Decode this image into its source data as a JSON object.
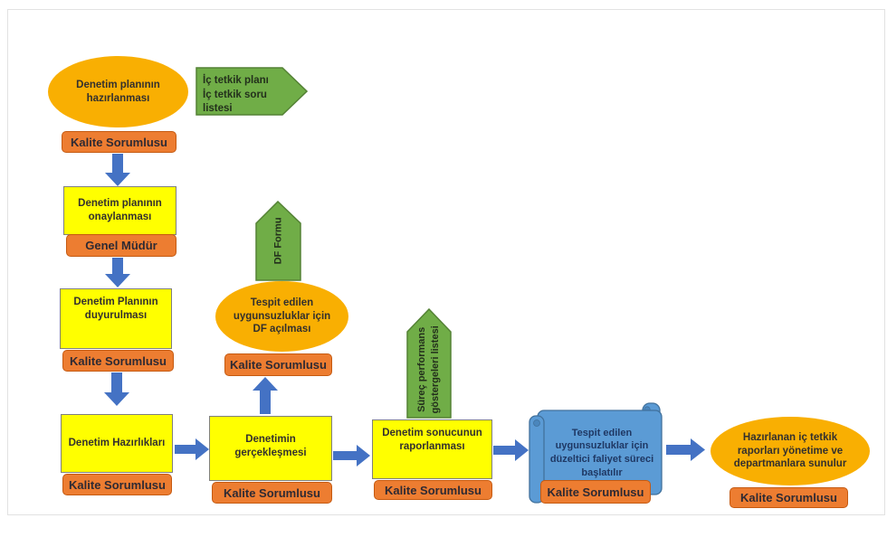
{
  "flow": {
    "steps": [
      {
        "shape": "ellipse",
        "lines": [
          "Denetim planının",
          "hazırlanması"
        ],
        "owner": "Kalite Sorumlusu"
      },
      {
        "shape": "process",
        "lines": [
          "Denetim planının",
          "onaylanması"
        ],
        "owner": "Genel Müdür"
      },
      {
        "shape": "process",
        "lines": [
          "Denetim Planının",
          "duyurulması"
        ],
        "owner": "Kalite Sorumlusu"
      },
      {
        "shape": "process",
        "lines": [
          "Denetim Hazırlıkları"
        ],
        "owner": "Kalite Sorumlusu"
      },
      {
        "shape": "process",
        "lines": [
          "Denetimin gerçekleşmesi"
        ],
        "owner": "Kalite Sorumlusu"
      },
      {
        "shape": "ellipse",
        "lines": [
          "Tespit edilen",
          "uygunsuzluklar için",
          "DF açılması"
        ],
        "owner": "Kalite Sorumlusu"
      },
      {
        "shape": "process",
        "lines": [
          "Denetim sonucunun",
          "raporlanması"
        ],
        "owner": "Kalite Sorumlusu"
      },
      {
        "shape": "scroll",
        "lines": [
          "Tespit edilen",
          "uygunsuzluklar için",
          "düzeltici faliyet süreci",
          "başlatılır"
        ],
        "owner": "Kalite Sorumlusu"
      },
      {
        "shape": "ellipse",
        "lines": [
          "Hazırlanan iç tetkik",
          "raporları yönetime ve",
          "departmanlara sunulur"
        ],
        "owner": "Kalite Sorumlusu"
      }
    ],
    "documents": [
      {
        "lines": [
          "İç tetkik planı",
          "İç tetkik soru listesi"
        ],
        "direction": "right"
      },
      {
        "lines": [
          "DF Formu"
        ],
        "direction": "up"
      },
      {
        "lines": [
          "Süreç performans",
          "göstergeleri listesi"
        ],
        "direction": "up"
      }
    ]
  },
  "colors": {
    "ellipse_fill": "#F9AF02",
    "process_fill": "#FFFF00",
    "process_border": "#7F7F7F",
    "owner_fill": "#ED7D31",
    "owner_border": "#C55A11",
    "document_fill": "#70AD47",
    "document_border": "#548235",
    "arrow_fill": "#4472C4",
    "scroll_fill": "#5B9BD5",
    "scroll_border": "#41719C",
    "scroll_text": "#1F3864"
  }
}
